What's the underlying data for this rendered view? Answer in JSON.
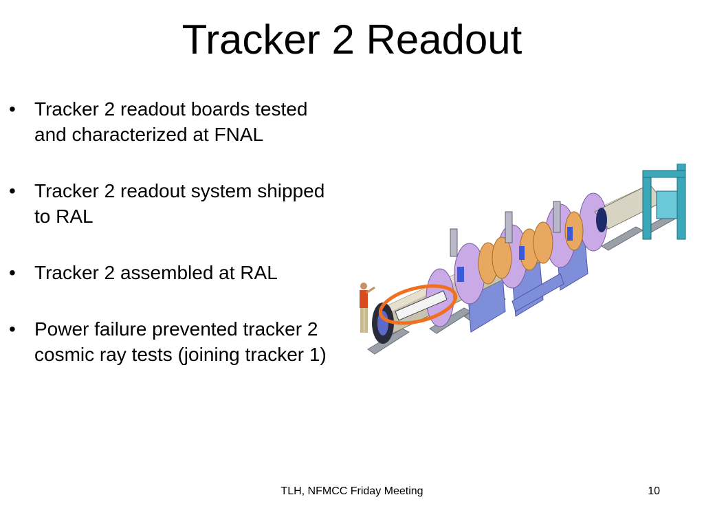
{
  "slide": {
    "title": "Tracker 2 Readout",
    "bullets": [
      "Tracker 2 readout boards tested and characterized at FNAL",
      "Tracker 2 readout system shipped to RAL",
      "Tracker 2 assembled at RAL",
      "Power failure prevented tracker 2 cosmic ray tests (joining tracker 1)"
    ],
    "bullet_char": "•"
  },
  "illustration": {
    "icon": "beamline-3d-render-icon",
    "highlight_color": "#f07020"
  },
  "footer": {
    "text": "TLH, NFMCC Friday Meeting",
    "page_number": "10"
  }
}
